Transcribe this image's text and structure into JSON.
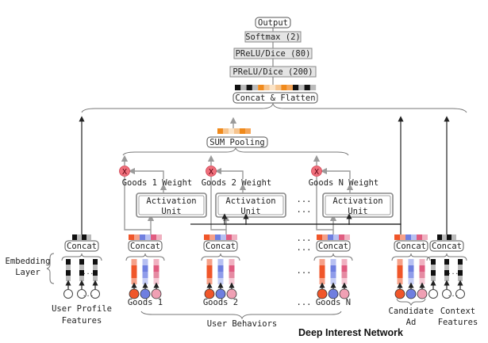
{
  "title": "Deep Interest Network",
  "top_stack": {
    "output": "Output",
    "softmax": "Softmax (2)",
    "prelu80": "PReLU/Dice (80)",
    "prelu200": "PReLU/Dice (200)",
    "concat_flatten": "Concat & Flatten"
  },
  "sum_pooling": "SUM Pooling",
  "activation_unit": {
    "line1": "Activation",
    "line2": "Unit"
  },
  "multiply_symbol": "X",
  "weights": [
    "Goods 1 Weight",
    "Goods 2 Weight",
    "Goods N Weight"
  ],
  "concat_label": "Concat",
  "ellipsis": "...",
  "embedding_layer": {
    "line1": "Embedding",
    "line2": "Layer"
  },
  "groups": {
    "user_profile": {
      "line1": "User Profile",
      "line2": "Features"
    },
    "goods": [
      "Goods 1",
      "Goods 2",
      "Goods N"
    ],
    "user_behaviors": "User Behaviors",
    "candidate_ad": {
      "line1": "Candidate",
      "line2": "Ad"
    },
    "context": {
      "line1": "Context",
      "line2": "Features"
    }
  },
  "colors": {
    "goods_red": "#f0562a",
    "goods_blue": "#6f7fe0",
    "goods_pink": "#e8889e",
    "multiply_node": "#f0707c",
    "orange": "#f08a1c",
    "black": "#111111",
    "gray": "#bdbdbd"
  }
}
